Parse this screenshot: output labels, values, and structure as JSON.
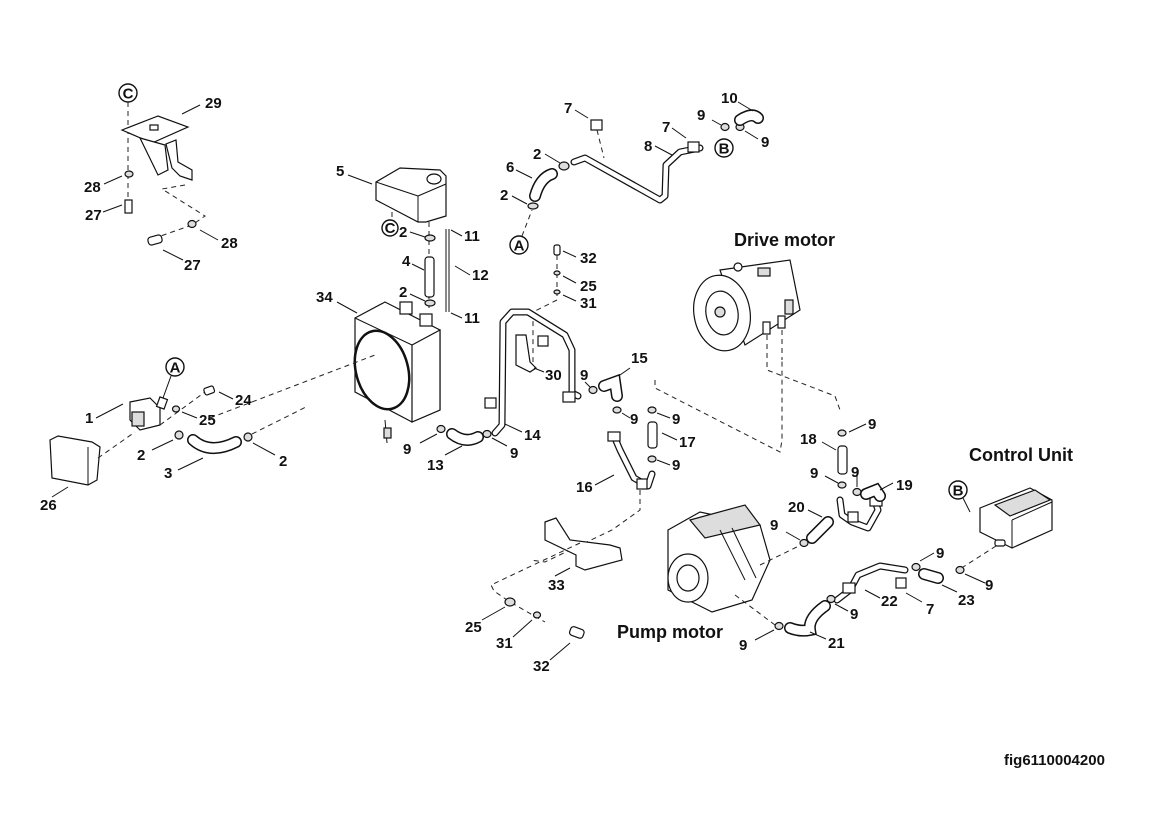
{
  "figure": {
    "id_label": "fig6110004200",
    "titles": {
      "drive_motor": "Drive motor",
      "control_unit": "Control Unit",
      "pump_motor": "Pump motor"
    },
    "reference_markers": {
      "a1": "A",
      "a2": "A",
      "b1": "B",
      "b2": "B",
      "c1": "C",
      "c2": "C"
    },
    "callouts": {
      "c29": "29",
      "c28a": "28",
      "c27a": "27",
      "c28b": "28",
      "c27b": "27",
      "c5": "5",
      "c2a": "2",
      "c11a": "11",
      "c4": "4",
      "c12": "12",
      "c2b": "2",
      "c11b": "11",
      "c34": "34",
      "c7a": "7",
      "c10": "10",
      "c9a": "9",
      "c7b": "7",
      "c9b": "9",
      "c8": "8",
      "c2c": "2",
      "c6": "6",
      "c2d": "2",
      "c32a": "32",
      "c25a": "25",
      "c31a": "31",
      "c30": "30",
      "c15": "15",
      "c9c": "9",
      "c9d": "9",
      "c9e": "9",
      "c17": "17",
      "c9f": "9",
      "c14": "14",
      "c13": "13",
      "c9g": "9",
      "c9h": "9",
      "c16": "16",
      "c1": "1",
      "c24": "24",
      "c25b": "25",
      "c2e": "2",
      "c3": "3",
      "c2f": "2",
      "c26": "26",
      "c18": "18",
      "c9i": "9",
      "c9j": "9",
      "c9k": "9",
      "c19": "19",
      "c20": "20",
      "c9l": "9",
      "c33": "33",
      "c25c": "25",
      "c31b": "31",
      "c32b": "32",
      "c9m": "9",
      "c22": "22",
      "c7c": "7",
      "c23": "23",
      "c9n": "9",
      "c9o": "9",
      "c9p": "9",
      "c21": "21"
    }
  }
}
